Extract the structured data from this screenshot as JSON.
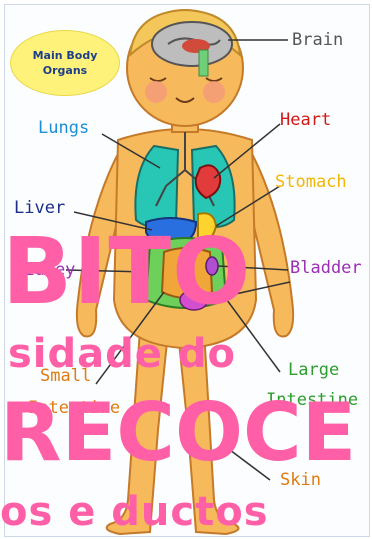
{
  "title_bubble": {
    "line1": "Main Body",
    "line2": "Organs"
  },
  "labels": {
    "brain": "Brain",
    "heart": "Heart",
    "lungs": "Lungs",
    "stomach": "Stomach",
    "liver": "Liver",
    "kidney": "Kidney",
    "bladder": "Bladder",
    "small_intestine_1": "Small",
    "small_intestine_2": "Intestine",
    "large_intestine_1": "Large",
    "large_intestine_2": "Intestine",
    "skin": "Skin"
  },
  "overlay": {
    "line1": "BITO",
    "line2": "sidade do",
    "line3": "RECOCE",
    "line4": "os e ductos"
  },
  "colors": {
    "label_blue": "#1c8fd6",
    "label_red": "#d31818",
    "label_yellow": "#f2b705",
    "label_navy": "#1b2f86",
    "label_purple": "#9b2fb3",
    "label_green": "#2e9e2e",
    "label_orange": "#e07b12",
    "overlay_pink": "#ff5fa6"
  }
}
